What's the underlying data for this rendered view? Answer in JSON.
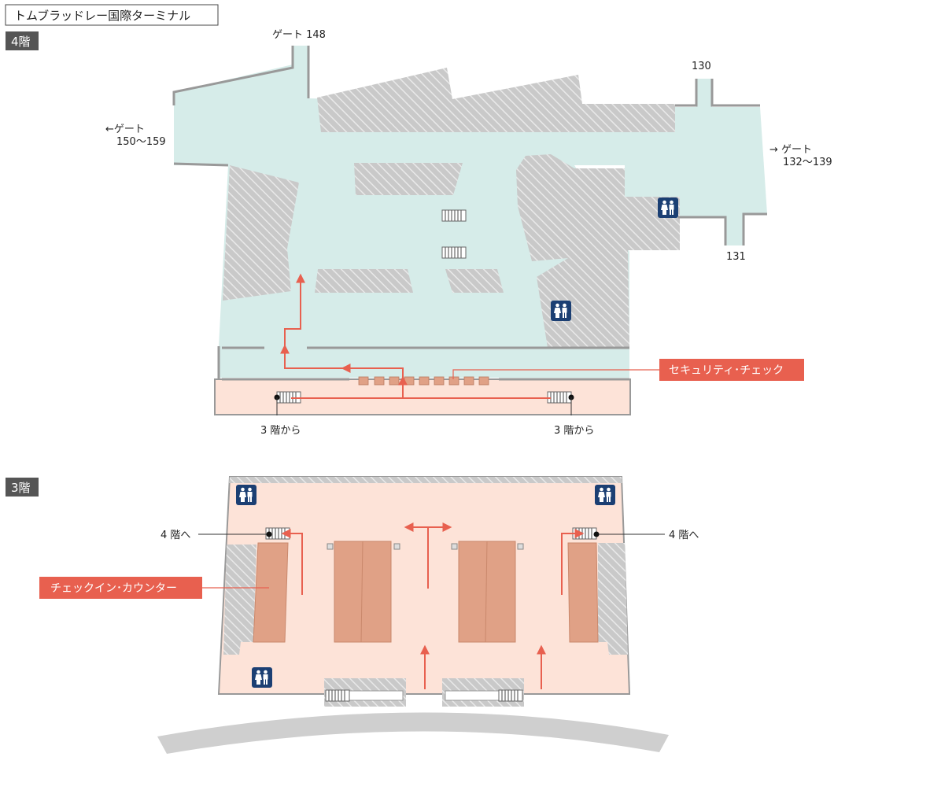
{
  "title": "トムブラッドレー国際ターミナル",
  "floors": {
    "upper": {
      "label": "4階"
    },
    "lower": {
      "label": "3階"
    }
  },
  "gates": {
    "gate148": "ゲート 148",
    "gate130": "130",
    "gate131": "131",
    "west": {
      "line1": "←ゲート",
      "line2": "150〜159"
    },
    "east": {
      "line1": "→ ゲート",
      "line2": "132〜139"
    }
  },
  "upper_labels": {
    "from3_left": "3 階から",
    "from3_right": "3 階から",
    "security": "セキュリティ･チェック"
  },
  "lower_labels": {
    "to4_left": "4 階へ",
    "to4_right": "4 階へ",
    "checkin": "チェックイン･カウンター"
  },
  "icons": {
    "restroom": "restroom-icon",
    "escalator": "escalator-icon",
    "arrow": "route-arrow-icon"
  },
  "colors": {
    "floor_upper": "#d6ece9",
    "floor_lower": "#fde3d8",
    "building": "#c8c8c8",
    "counter": "#e0a186",
    "route": "#e8604f",
    "callout": "#e8604f",
    "restroom_bg": "#1b3f73",
    "floor_tag": "#555555",
    "road": "#cfcfcf"
  }
}
